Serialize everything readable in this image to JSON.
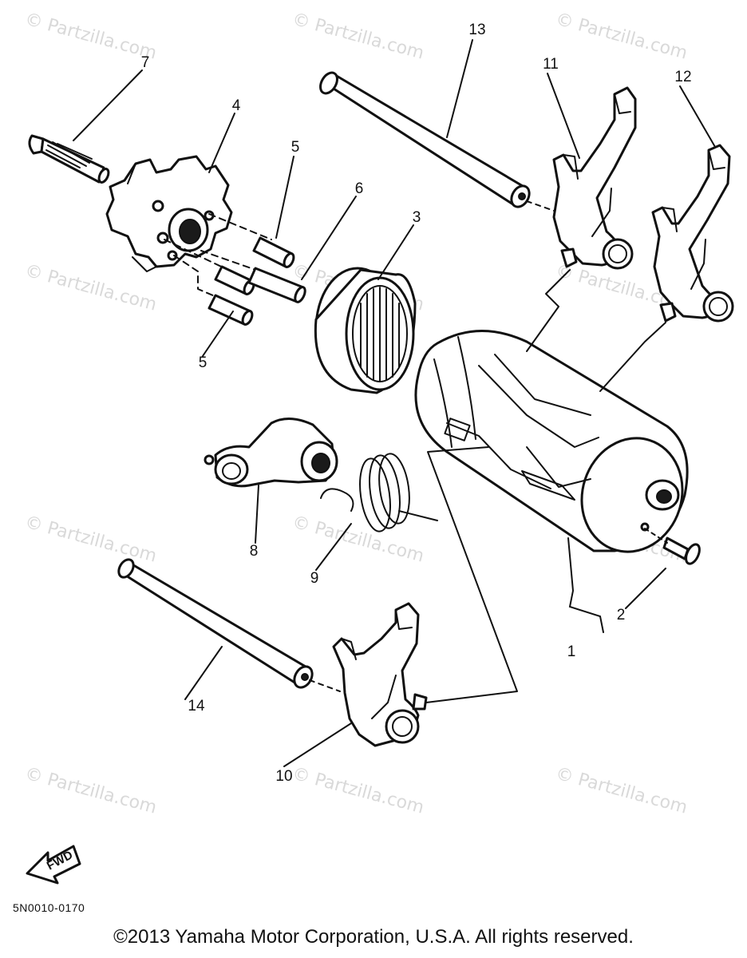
{
  "watermark": {
    "text": "© Partzilla.com"
  },
  "callouts": {
    "c1": "1",
    "c2": "2",
    "c3": "3",
    "c4": "4",
    "c5a": "5",
    "c5b": "5",
    "c6": "6",
    "c7": "7",
    "c8": "8",
    "c9": "9",
    "c10": "10",
    "c11": "11",
    "c12": "12",
    "c13": "13",
    "c14": "14"
  },
  "fwd_label": "FWD",
  "diagram_code": "5N0010-0170",
  "copyright": "©2013 Yamaha Motor Corporation, U.S.A. All rights reserved."
}
